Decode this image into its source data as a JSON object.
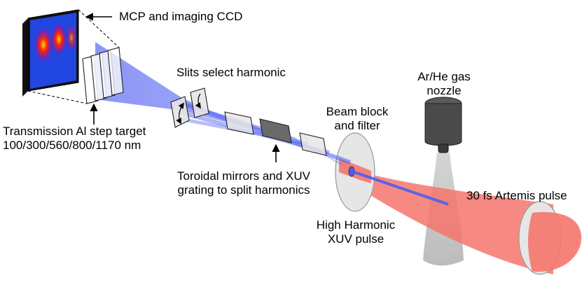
{
  "labels": {
    "mcp_ccd": "MCP and imaging CCD",
    "slits": "Slits select harmonic",
    "gas_nozzle": [
      "Ar/He gas",
      "nozzle"
    ],
    "beam_block": [
      "Beam block",
      "and filter"
    ],
    "transmission": [
      "Transmission Al step target",
      "100/300/560/800/1170 nm"
    ],
    "toroidal": [
      "Toroidal mirrors and XUV",
      "grating to split harmonics"
    ],
    "artemis": "30 fs Artemis pulse",
    "high_harmonic": [
      "High Harmonic",
      "XUV pulse"
    ]
  },
  "colors": {
    "ir_beam": "#f4756c",
    "xuv_beam": "#4a5ef0",
    "nozzle_body": "#4a4a4a",
    "gas_jet": "#c8c8c8",
    "optic_face": "#e6e6e6",
    "grating_face": "#6a6a6a"
  }
}
